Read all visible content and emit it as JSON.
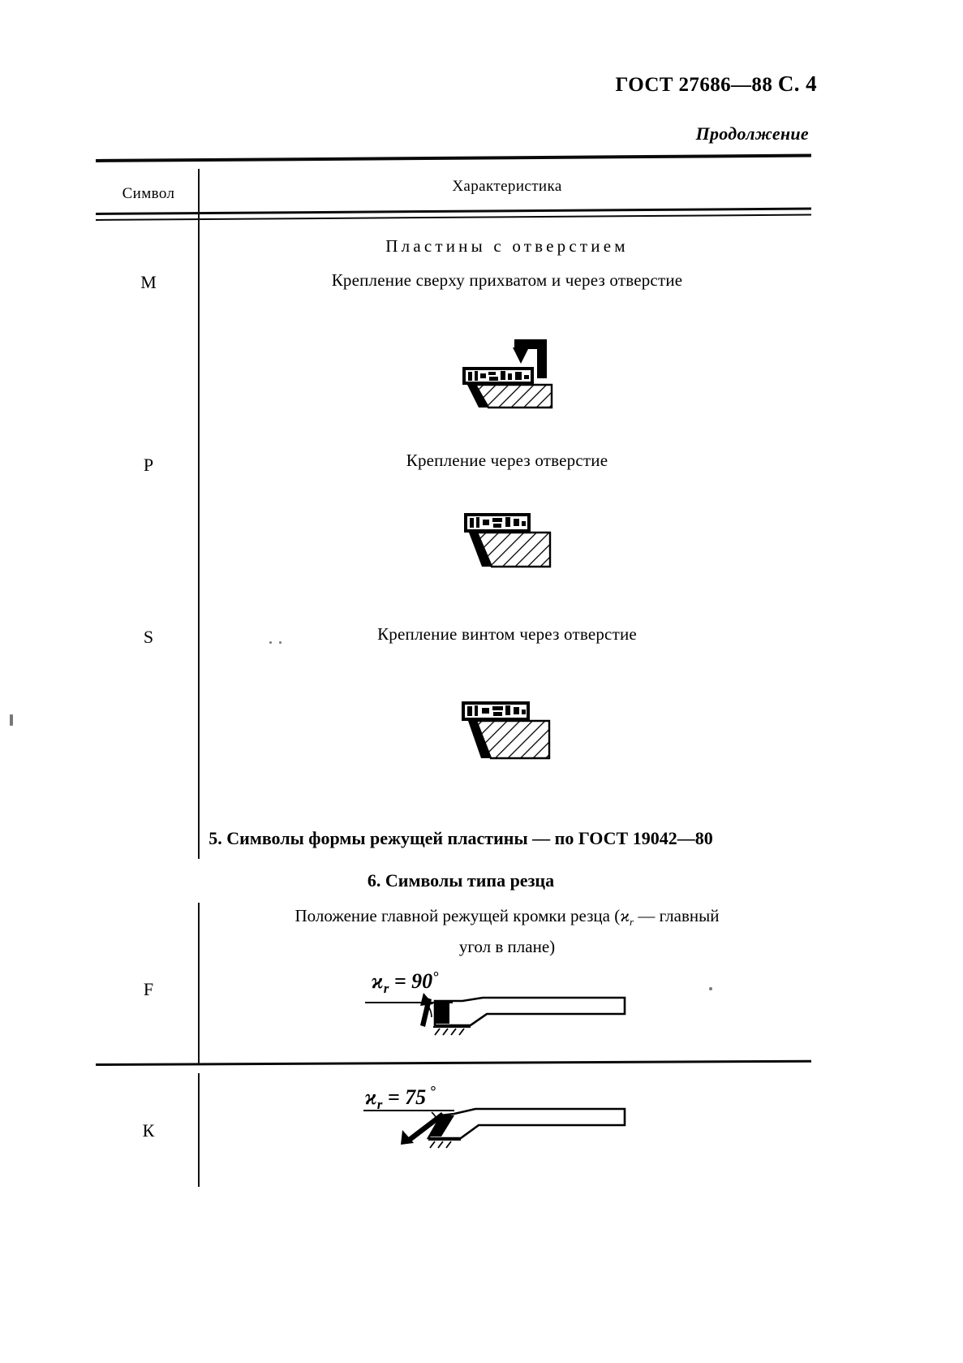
{
  "header": {
    "standard": "ГОСТ 27686—88",
    "page_label": "С. 4",
    "continuation": "Продолжение"
  },
  "table": {
    "columns": {
      "symbol": "Символ",
      "characteristic": "Характеристика"
    },
    "group_title": "Пластины с отверстием",
    "rows": [
      {
        "symbol": "М",
        "description": "Крепление сверху прихватом и через отверстие",
        "figure": "clamp-top-and-through-hole"
      },
      {
        "symbol": "Р",
        "description": "Крепление через отверстие",
        "figure": "clamp-through-hole"
      },
      {
        "symbol": "S",
        "description": "Крепление винтом через отверстие",
        "figure": "clamp-screw-through-hole"
      }
    ]
  },
  "sections": {
    "five": {
      "number": "5.",
      "title": "Символы формы режущей пластины",
      "dash": "—",
      "reference": "по ГОСТ 19042—80",
      "full": "5. Символы формы режущей пластины — по ГОСТ 19042—80"
    },
    "six": {
      "full": "6. Символы типа резца"
    }
  },
  "tool_type": {
    "caption_line1_prefix": "Положение главной режущей кромки резца (",
    "caption_symbol": "ϰr",
    "caption_line1_suffix": " — главный",
    "caption_line2": "угол в плане)",
    "rows": [
      {
        "symbol": "F",
        "angle_label": "ϰr = 90°",
        "angle_symbol": "ϰ",
        "angle_subscript": "r",
        "angle_value": "90",
        "angle_unit": "°"
      },
      {
        "symbol": "К",
        "angle_label": "ϰr = 75°",
        "angle_symbol": "ϰ",
        "angle_subscript": "r",
        "angle_value": "75",
        "angle_unit": "°"
      }
    ]
  },
  "colors": {
    "ink": "#000000",
    "paper": "#ffffff"
  }
}
